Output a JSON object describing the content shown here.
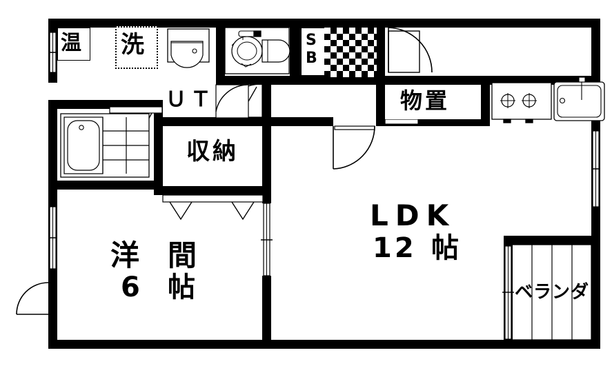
{
  "document": {
    "type": "japanese-floor-plan",
    "title": "間取り図"
  },
  "rooms": [
    {
      "id": "ldk",
      "name_line1": "LDK",
      "name_line2": "12  帖"
    },
    {
      "id": "western",
      "name_line1": "洋",
      "name_line2": "6",
      "name_line3": "間",
      "name_line4": "帖"
    },
    {
      "id": "closet",
      "name": "収納"
    },
    {
      "id": "storage",
      "name": "物置"
    },
    {
      "id": "utility",
      "name": "ＵＴ"
    },
    {
      "id": "veranda",
      "name": "ベランダ"
    }
  ],
  "labels": {
    "ldk_line1": "LDK",
    "ldk_line2_num": "12",
    "ldk_line2_unit": "帖",
    "western_yo": "洋",
    "western_ma": "間",
    "western_num": "6",
    "western_unit": "帖",
    "closet": "収納",
    "storage": "物置",
    "utility": "ＵＴ",
    "veranda": "ベランダ",
    "water_heater": "温",
    "washer": "洗",
    "shoebox_line1": "S",
    "shoebox_line2": "B"
  },
  "fixtures": [
    {
      "name": "bathtub",
      "label": ""
    },
    {
      "name": "washbasin",
      "label": ""
    },
    {
      "name": "toilet",
      "label": ""
    },
    {
      "name": "kitchen-stove",
      "label": ""
    },
    {
      "name": "kitchen-sink",
      "label": ""
    },
    {
      "name": "shoe-box",
      "label": "SB"
    },
    {
      "name": "water-heater",
      "label": "温"
    },
    {
      "name": "washing-machine",
      "label": "洗"
    },
    {
      "name": "entrance-tiles",
      "label": ""
    }
  ],
  "colors": {
    "wall": "#000000",
    "background": "#ffffff",
    "line": "#000000"
  }
}
